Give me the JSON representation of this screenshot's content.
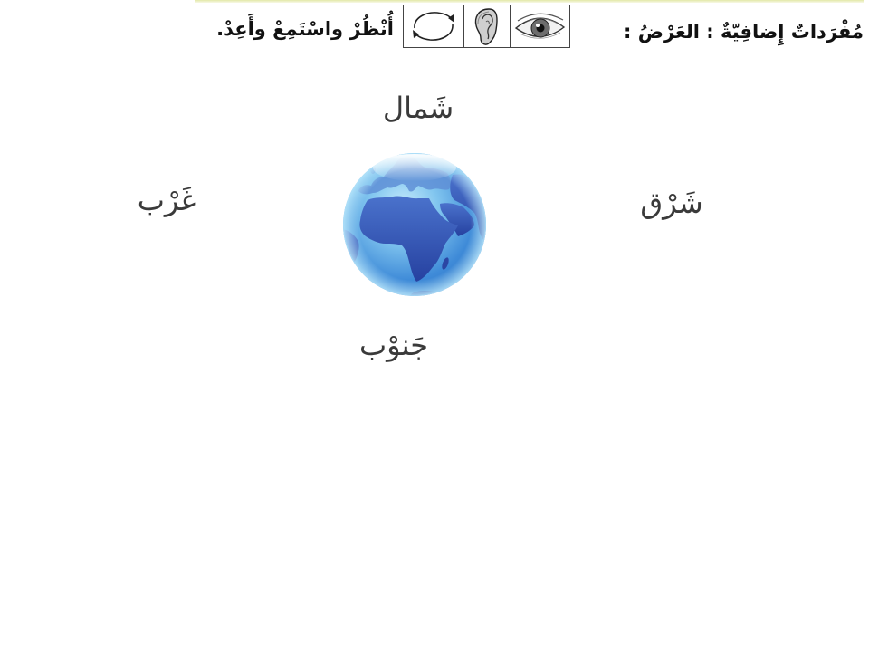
{
  "header": {
    "title": "مُفْرَداتٌ إِضافِيّةٌ : العَرْضُ :",
    "instruction": "أُنْظُرْ واسْتَمِعْ وأَعِدْ.",
    "icons": {
      "look": "eye-icon",
      "listen": "ear-icon",
      "repeat": "repeat-icon"
    }
  },
  "directions": {
    "north": "شَمال",
    "east": "شَرْق",
    "west": "غَرْب",
    "south": "جَنوْب"
  },
  "globe": {
    "icon": "globe-icon"
  },
  "colors": {
    "text": "#3a3a3a",
    "header_text": "#111111",
    "top_strip": "#e3e8a8",
    "ocean": "#74bdec",
    "land": "#2f4fb0"
  }
}
